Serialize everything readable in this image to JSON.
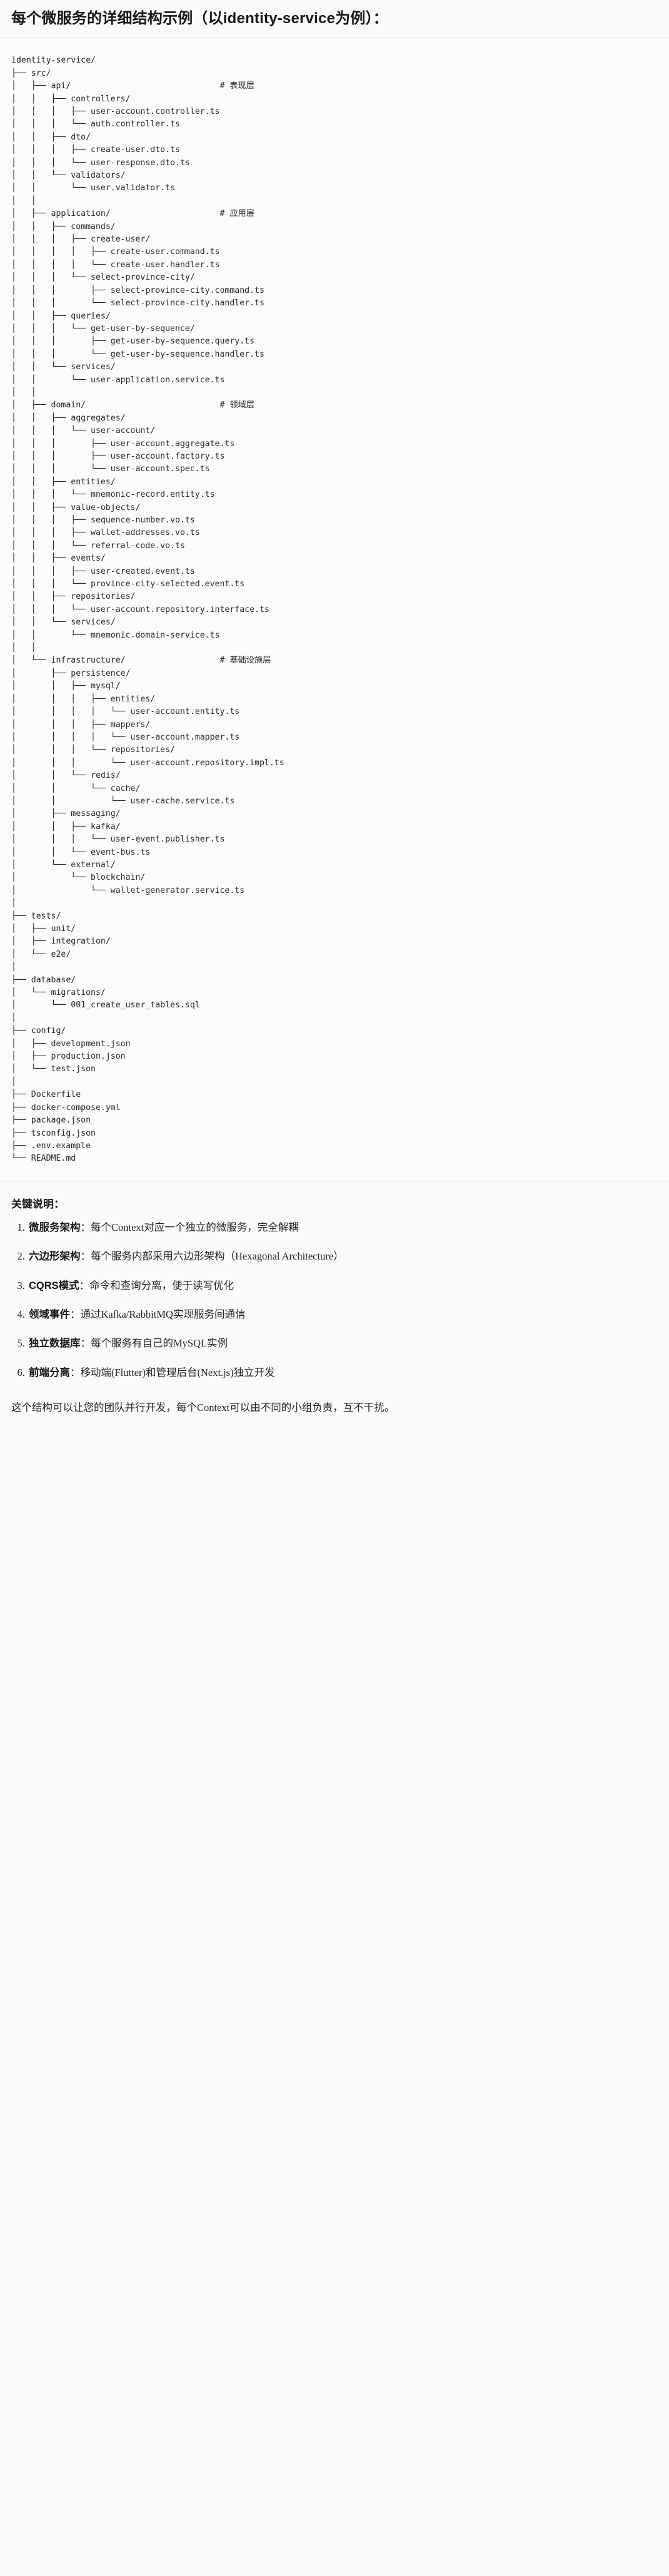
{
  "header": {
    "title": "每个微服务的详细结构示例（以identity-service为例）："
  },
  "tree": {
    "root": "identity-service/",
    "comments": {
      "api": "# 表现层",
      "application": "# 应用层",
      "domain": "# 领域层",
      "infrastructure": "# 基础设施层"
    },
    "text": "identity-service/\n├── src/\n│   ├── api/                              # 表现层\n│   │   ├── controllers/\n│   │   │   ├── user-account.controller.ts\n│   │   │   └── auth.controller.ts\n│   │   ├── dto/\n│   │   │   ├── create-user.dto.ts\n│   │   │   └── user-response.dto.ts\n│   │   └── validators/\n│   │       └── user.validator.ts\n│   │\n│   ├── application/                      # 应用层\n│   │   ├── commands/\n│   │   │   ├── create-user/\n│   │   │   │   ├── create-user.command.ts\n│   │   │   │   └── create-user.handler.ts\n│   │   │   └── select-province-city/\n│   │   │       ├── select-province-city.command.ts\n│   │   │       └── select-province-city.handler.ts\n│   │   ├── queries/\n│   │   │   └── get-user-by-sequence/\n│   │   │       ├── get-user-by-sequence.query.ts\n│   │   │       └── get-user-by-sequence.handler.ts\n│   │   └── services/\n│   │       └── user-application.service.ts\n│   │\n│   ├── domain/                           # 领域层\n│   │   ├── aggregates/\n│   │   │   └── user-account/\n│   │   │       ├── user-account.aggregate.ts\n│   │   │       ├── user-account.factory.ts\n│   │   │       └── user-account.spec.ts\n│   │   ├── entities/\n│   │   │   └── mnemonic-record.entity.ts\n│   │   ├── value-objects/\n│   │   │   ├── sequence-number.vo.ts\n│   │   │   ├── wallet-addresses.vo.ts\n│   │   │   └── referral-code.vo.ts\n│   │   ├── events/\n│   │   │   ├── user-created.event.ts\n│   │   │   └── province-city-selected.event.ts\n│   │   ├── repositories/\n│   │   │   └── user-account.repository.interface.ts\n│   │   └── services/\n│   │       └── mnemonic.domain-service.ts\n│   │\n│   └── infrastructure/                   # 基础设施层\n│       ├── persistence/\n│       │   ├── mysql/\n│       │   │   ├── entities/\n│       │   │   │   └── user-account.entity.ts\n│       │   │   ├── mappers/\n│       │   │   │   └── user-account.mapper.ts\n│       │   │   └── repositories/\n│       │   │       └── user-account.repository.impl.ts\n│       │   └── redis/\n│       │       └── cache/\n│       │           └── user-cache.service.ts\n│       ├── messaging/\n│       │   ├── kafka/\n│       │   │   └── user-event.publisher.ts\n│       │   └── event-bus.ts\n│       └── external/\n│           └── blockchain/\n│               └── wallet-generator.service.ts\n│\n├── tests/\n│   ├── unit/\n│   ├── integration/\n│   └── e2e/\n│\n├── database/\n│   └── migrations/\n│       └── 001_create_user_tables.sql\n│\n├── config/\n│   ├── development.json\n│   ├── production.json\n│   └── test.json\n│\n├── Dockerfile\n├── docker-compose.yml\n├── package.json\n├── tsconfig.json\n├── .env.example\n└── README.md"
  },
  "notes": {
    "heading": "关键说明：",
    "items": [
      {
        "term": "微服务架构",
        "sep": "：",
        "body": "每个Context对应一个独立的微服务，完全解耦"
      },
      {
        "term": "六边形架构",
        "sep": "：",
        "body": "每个服务内部采用六边形架构（Hexagonal Architecture）"
      },
      {
        "term": "CQRS模式",
        "sep": "：",
        "body": "命令和查询分离，便于读写优化"
      },
      {
        "term": "领域事件",
        "sep": "：",
        "body": "通过Kafka/RabbitMQ实现服务间通信"
      },
      {
        "term": "独立数据库",
        "sep": "：",
        "body": "每个服务有自己的MySQL实例"
      },
      {
        "term": "前端分离",
        "sep": "：",
        "body": "移动端(Flutter)和管理后台(Next.js)独立开发"
      }
    ],
    "closing": "这个结构可以让您的团队并行开发，每个Context可以由不同的小组负责，互不干扰。"
  },
  "colors": {
    "page_background": "#fbfaf8",
    "code_background": "#fcfbf9",
    "text": "#1f2328",
    "rule": "#e3e0da"
  }
}
